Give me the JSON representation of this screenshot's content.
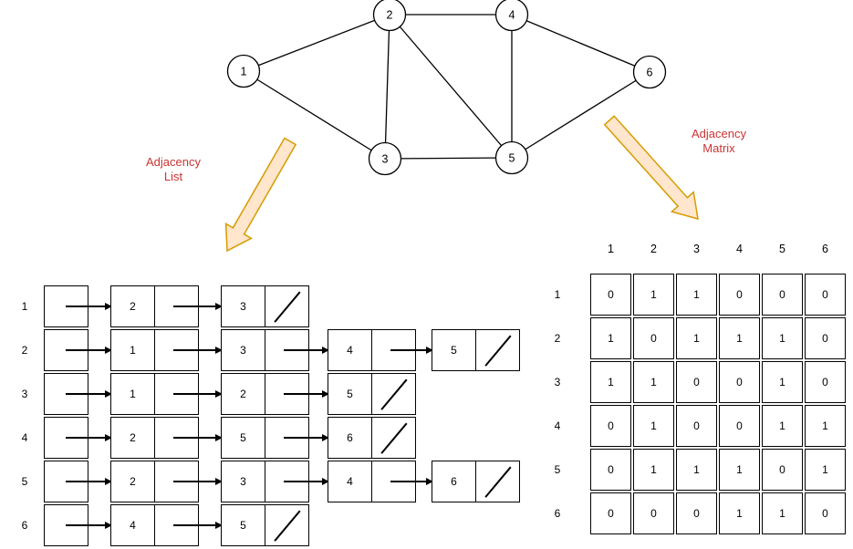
{
  "graph": {
    "nodes": [
      {
        "label": "1"
      },
      {
        "label": "2"
      },
      {
        "label": "3"
      },
      {
        "label": "4"
      },
      {
        "label": "5"
      },
      {
        "label": "6"
      }
    ],
    "edges": [
      [
        "1",
        "2"
      ],
      [
        "1",
        "3"
      ],
      [
        "2",
        "3"
      ],
      [
        "2",
        "4"
      ],
      [
        "2",
        "5"
      ],
      [
        "3",
        "5"
      ],
      [
        "4",
        "5"
      ],
      [
        "4",
        "6"
      ],
      [
        "5",
        "6"
      ]
    ]
  },
  "annotations": {
    "list_label": {
      "line1": "Adjacency",
      "line2": "List"
    },
    "matrix_label": {
      "line1": "Adjacency",
      "line2": "Matrix"
    },
    "label_color": "#CC3333",
    "arrow_fill": "#FFE6CC",
    "arrow_stroke": "#D79B00"
  },
  "adjacency_list": {
    "row_headers": [
      "1",
      "2",
      "3",
      "4",
      "5",
      "6"
    ],
    "rows": [
      {
        "items": [
          "2",
          "3"
        ]
      },
      {
        "items": [
          "1",
          "3",
          "4",
          "5"
        ]
      },
      {
        "items": [
          "1",
          "2",
          "5"
        ]
      },
      {
        "items": [
          "2",
          "5",
          "6"
        ]
      },
      {
        "items": [
          "2",
          "3",
          "4",
          "6"
        ]
      },
      {
        "items": [
          "4",
          "5"
        ]
      }
    ]
  },
  "adjacency_matrix": {
    "col_headers": [
      "1",
      "2",
      "3",
      "4",
      "5",
      "6"
    ],
    "row_headers": [
      "1",
      "2",
      "3",
      "4",
      "5",
      "6"
    ],
    "rows": [
      [
        0,
        1,
        1,
        0,
        0,
        0
      ],
      [
        1,
        0,
        1,
        1,
        1,
        0
      ],
      [
        1,
        1,
        0,
        0,
        1,
        0
      ],
      [
        0,
        1,
        0,
        0,
        1,
        1
      ],
      [
        0,
        1,
        1,
        1,
        0,
        1
      ],
      [
        0,
        0,
        0,
        1,
        1,
        0
      ]
    ]
  }
}
